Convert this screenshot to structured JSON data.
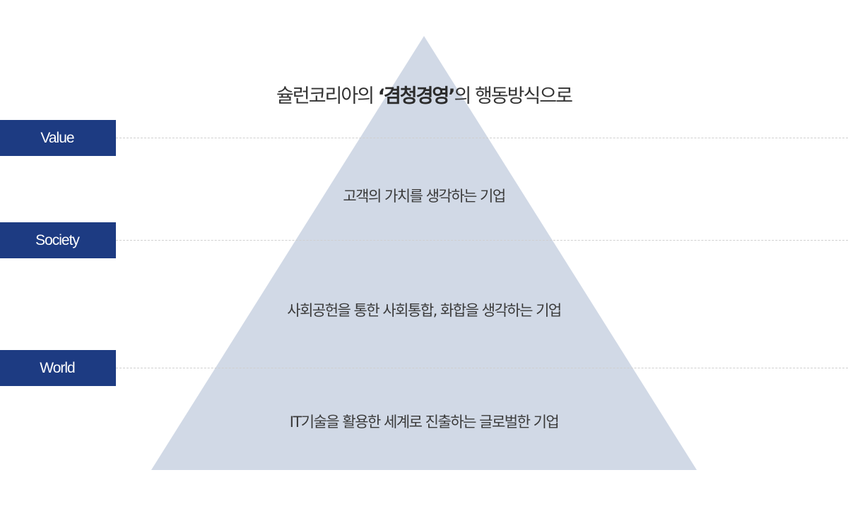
{
  "title": {
    "prefix": "슐런코리아의 ",
    "emphasis": "‘겸청경영’",
    "suffix": "의 행동방식으로"
  },
  "tiers": [
    {
      "label": "Value",
      "text": "고객의 가치를 생각하는 기업"
    },
    {
      "label": "Society",
      "text": "사회공헌을 통한 사회통합, 화합을 생각하는 기업"
    },
    {
      "label": "World",
      "text": "IT기술을 활용한 세계로 진출하는 글로벌한 기업"
    }
  ],
  "colors": {
    "label_background": "#1d3b82",
    "pyramid_fill": "#d1d9e6",
    "dash_line": "#cfcfcf"
  }
}
